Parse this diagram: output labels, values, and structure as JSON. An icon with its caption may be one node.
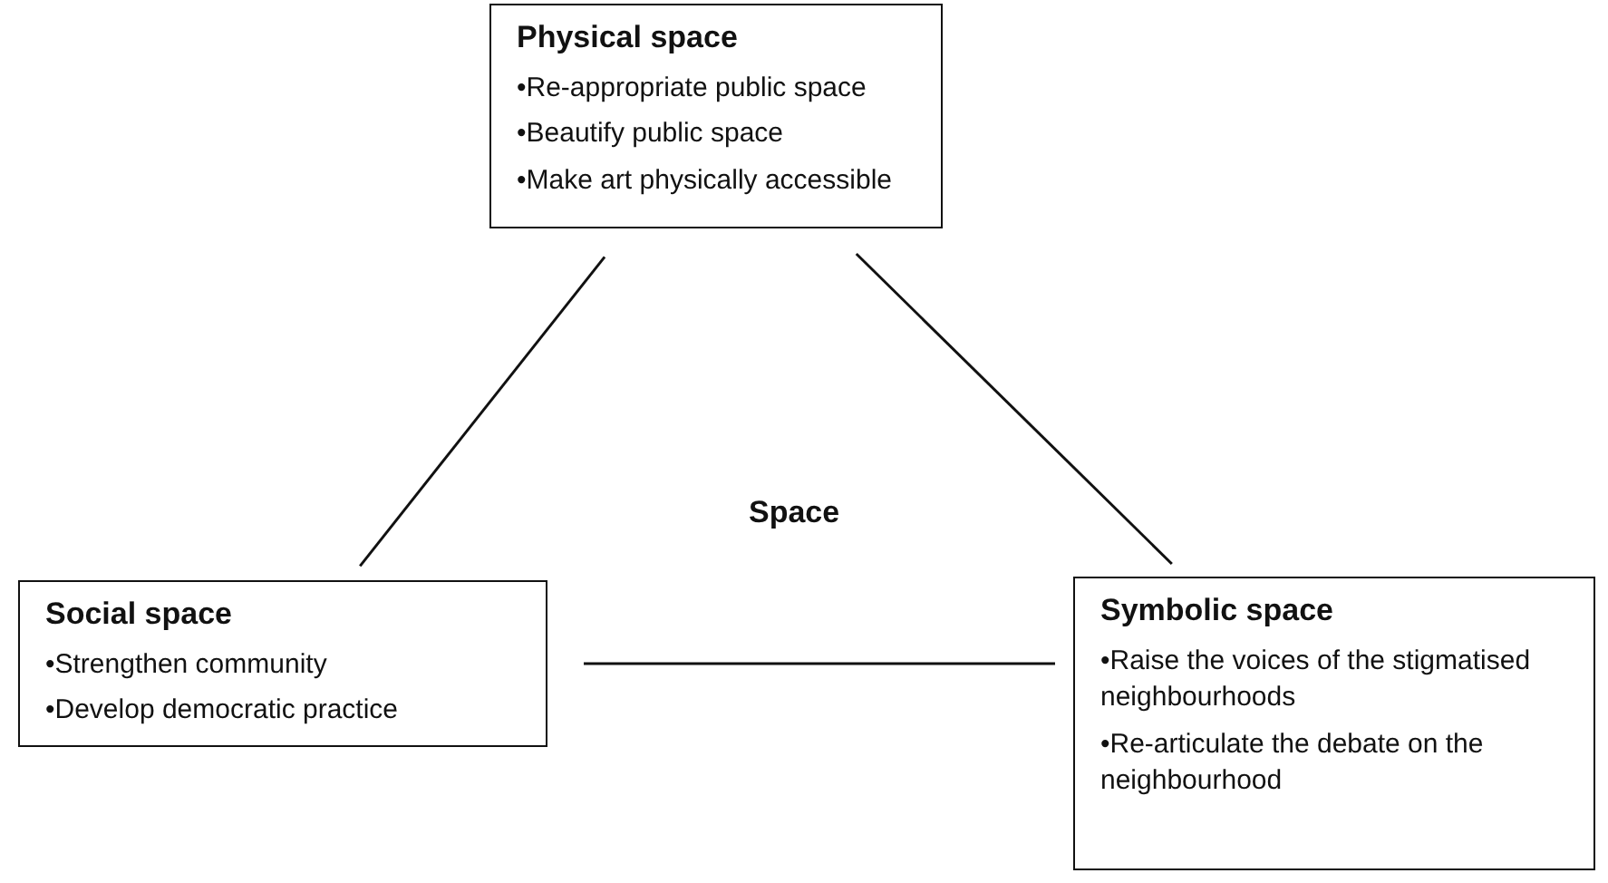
{
  "diagram": {
    "nodes": [
      {
        "text": [
          "Physical space",
          "•Re-appropriate public space",
          "•Beautify public space",
          "•Make art physically accessible"
        ]
      },
      {
        "text": [
          "Social space",
          "•Strengthen community",
          "•Develop democratic practice"
        ]
      },
      {
        "text": [
          "Symbolic space",
          "•Raise the voices of the stigmatised neighbourhoods",
          "•Re-articulate the debate on the neighbourhood"
        ]
      }
    ],
    "edges": [
      {
        "from": 0,
        "to": 1,
        "arrow": "none"
      },
      {
        "from": 0,
        "to": 2,
        "arrow": "none"
      },
      {
        "from": 1,
        "to": 2,
        "arrow": "none"
      }
    ],
    "labels": [
      "Space"
    ]
  }
}
